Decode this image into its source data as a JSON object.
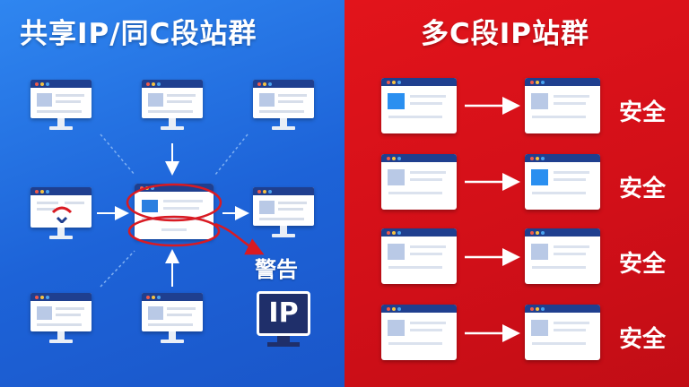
{
  "left": {
    "title": "共享IP/同C段站群",
    "warning": "警告",
    "ip_label": "IP"
  },
  "right": {
    "title": "多C段IP站群",
    "status_labels": [
      "安全",
      "安全",
      "安全",
      "安全"
    ]
  },
  "colors": {
    "left_bg": "#1d63d8",
    "right_bg": "#d10f18",
    "circle": "#d91a22",
    "window_bar": "#1f3f8f",
    "dot_red": "#f05a4a",
    "dot_yellow": "#f5c242",
    "dot_blue": "#4aa3f0"
  },
  "icons": {
    "alert_icon": "warning-wifi-icon"
  }
}
